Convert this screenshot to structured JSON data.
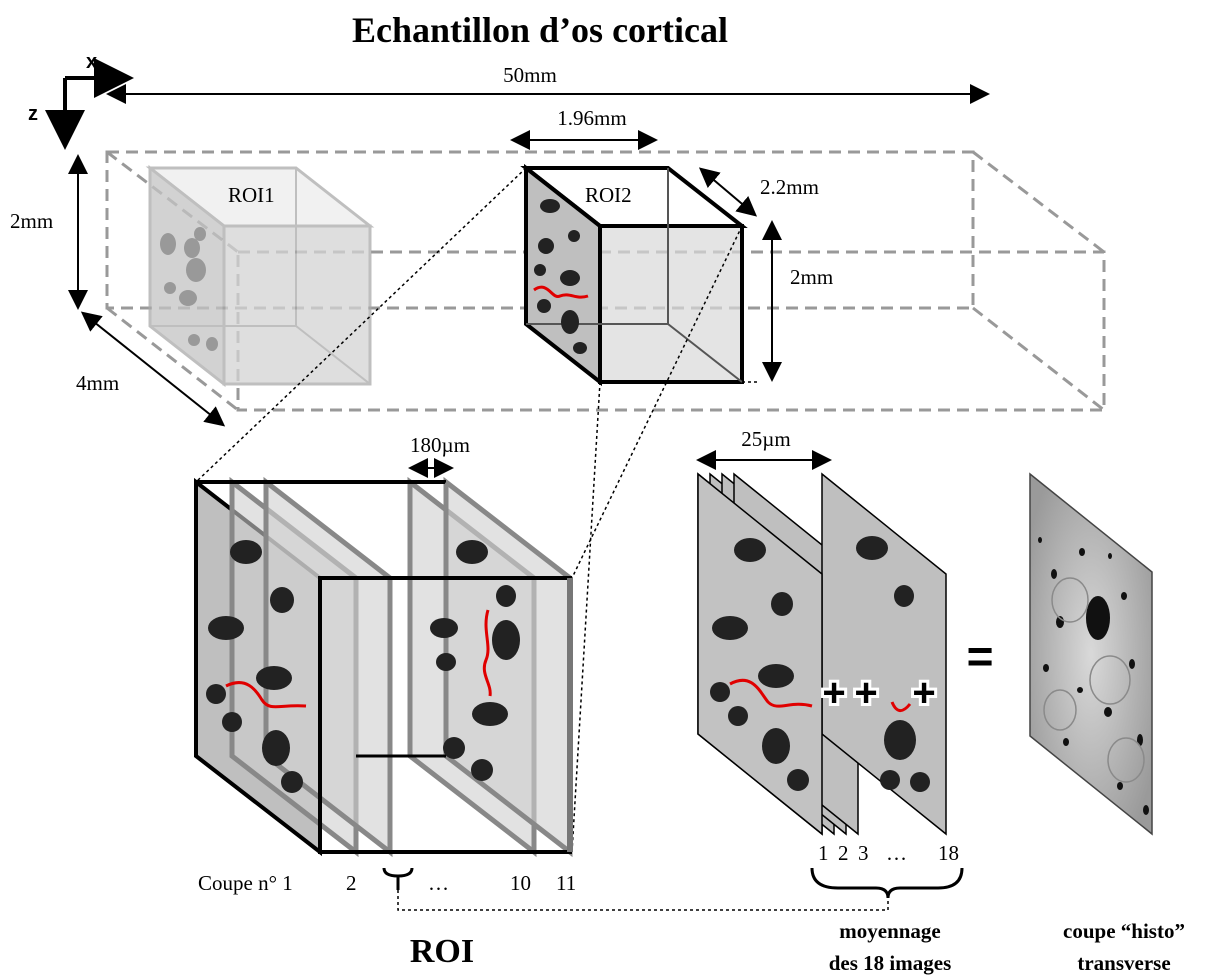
{
  "title": "Echantillon d’os cortical",
  "axes": {
    "x": "x",
    "z": "z"
  },
  "dimensions": {
    "length": "50mm",
    "height_left": "2mm",
    "depth": "4mm",
    "roi_width": "1.96mm",
    "roi_depth": "2.2mm",
    "roi_height": "2mm",
    "slice_spacing": "180µm",
    "image_spacing": "25µm"
  },
  "roi_labels": {
    "roi1": "ROI1",
    "roi2": "ROI2"
  },
  "slices": {
    "prefix": "Coupe n° 1",
    "n2": "2",
    "ellipsis": "…",
    "n10": "10",
    "n11": "11"
  },
  "images": {
    "n1": "1",
    "n2": "2",
    "n3": "3",
    "ellipsis": "…",
    "n18": "18"
  },
  "operators": {
    "plus": "+",
    "equals": "="
  },
  "captions": {
    "roi": "ROI",
    "averaging_line1": "moyennage",
    "averaging_line2": "des 18 images",
    "histo_line1": "coupe “histo”",
    "histo_line2": "transverse"
  },
  "colors": {
    "pore": "#222222",
    "slice_fill": "#bfbfbf",
    "canal_red": "#e00000",
    "dashed_box": "#999999"
  }
}
